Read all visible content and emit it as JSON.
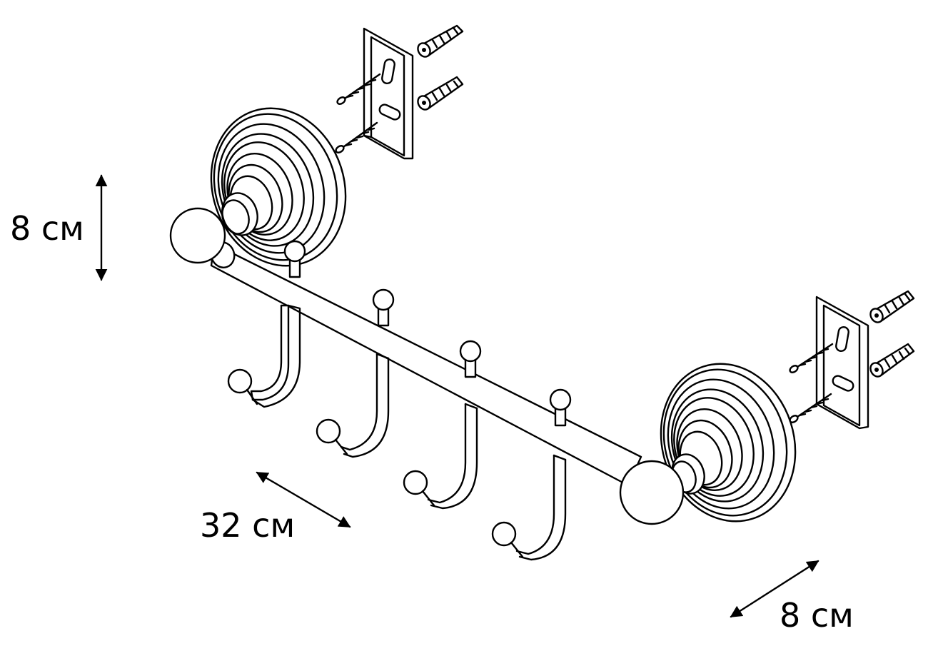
{
  "dimensions": {
    "height_label": "8 см",
    "length_label": "32 см",
    "depth_label": "8 см"
  },
  "product": {
    "hook_count": 4
  }
}
